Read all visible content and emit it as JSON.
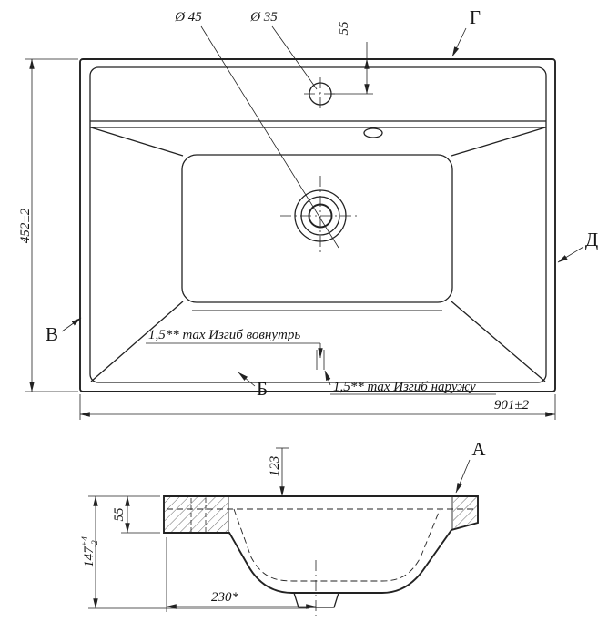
{
  "drawing": {
    "background": "#ffffff",
    "line_color": "#222222",
    "top_view": {
      "dia_drain": "Ø 45",
      "dia_faucet": "Ø 35",
      "dim_faucet_offset": "55",
      "dim_height": "452±2",
      "dim_width": "901±2",
      "label_g": "Г",
      "label_d": "Д",
      "label_v": "В",
      "label_b": "Б",
      "note_inward": "1,5** max Изгиб вовнутрь",
      "note_outward": "1,5** max Изгиб наружу"
    },
    "section_view": {
      "label_a": "А",
      "dim_depth": "123",
      "dim_rim": "55",
      "dim_total_height": "147",
      "tol_plus": "+4",
      "tol_minus": "-2",
      "dim_bottom": "230*"
    }
  }
}
